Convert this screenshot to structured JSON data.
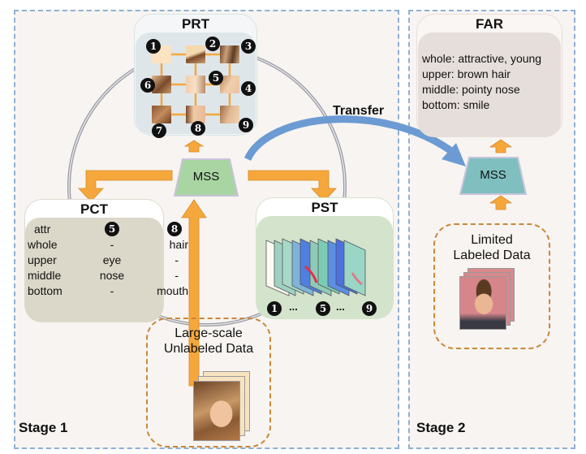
{
  "stage1": {
    "label": "Stage 1"
  },
  "stage2": {
    "label": "Stage 2"
  },
  "prt": {
    "title": "PRT",
    "numbers": [
      "1",
      "2",
      "3",
      "4",
      "5",
      "6",
      "7",
      "8",
      "9"
    ]
  },
  "pct": {
    "title": "PCT",
    "header": [
      "attr",
      "5",
      "8"
    ],
    "rows": [
      [
        "whole",
        "-",
        "hair"
      ],
      [
        "upper",
        "eye",
        "-"
      ],
      [
        "middle",
        "nose",
        "-"
      ],
      [
        "bottom",
        "-",
        "mouth"
      ]
    ]
  },
  "pst": {
    "title": "PST",
    "sequence": [
      "1",
      "...",
      "5",
      "...",
      "9"
    ]
  },
  "mss_stage1": {
    "label": "MSS"
  },
  "mss_stage2": {
    "label": "MSS"
  },
  "transfer": {
    "label": "Transfer"
  },
  "unlabeled": {
    "line1": "Large-scale",
    "line2": "Unlabeled Data"
  },
  "labeled": {
    "line1": "Limited",
    "line2": "Labeled Data"
  },
  "far": {
    "title": "FAR",
    "lines": [
      "whole: attractive, young",
      "upper: brown hair",
      "middle: pointy nose",
      "bottom: smile"
    ]
  },
  "colors": {
    "stage_border": "#8fb0d6",
    "arrow_orange": "#f6a73c",
    "transfer_blue": "#6b9bd2",
    "mss1_fill": "#a8d5a2",
    "mss2_fill": "#7fbfbf",
    "dash_orange": "#c9883a"
  }
}
